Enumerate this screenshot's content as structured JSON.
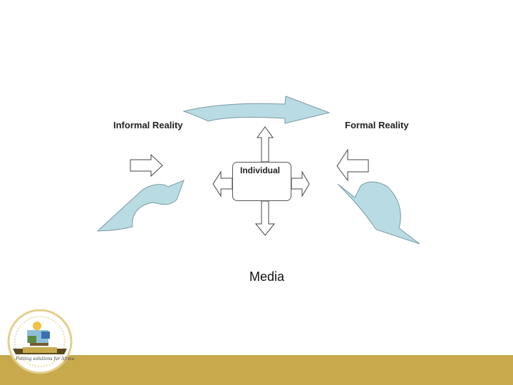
{
  "diagram": {
    "informal_label": "Informal Reality",
    "formal_label": "Formal Reality",
    "center_label": "Individual",
    "media_label": "Media"
  },
  "logo": {
    "motto": "Putting solutions for Africa"
  },
  "colors": {
    "arrow_fill": "#b9dbe3",
    "outline": "#555555",
    "footer": "#c8aa4c"
  }
}
